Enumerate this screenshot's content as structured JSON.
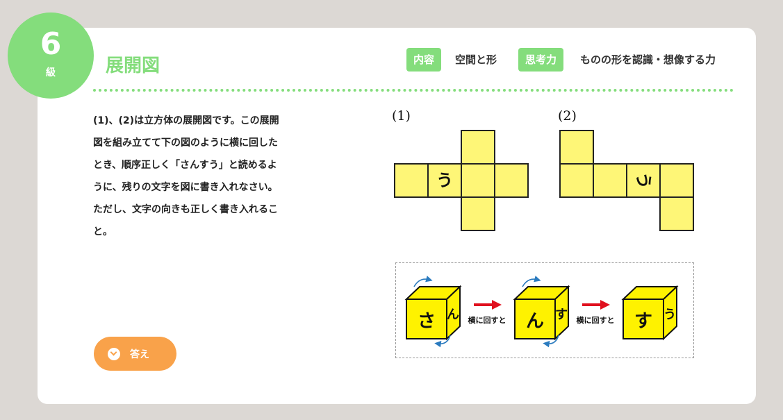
{
  "level": {
    "number": "6",
    "suffix": "級"
  },
  "title": "展開図",
  "tags": [
    {
      "label": "内容",
      "value": "空間と形"
    },
    {
      "label": "思考力",
      "value": "ものの形を認識・想像する力"
    }
  ],
  "question": "(1)、(2)は立方体の展開図です。この展開\n図を組み立てて下の図のように横に回した\nとき、順序正しく「さんすう」と読めるよ\nうに、残りの文字を図に書き入れなさい。\nただし、文字の向きも正しく書き入れるこ\nと。",
  "figures": {
    "fig1": {
      "label": "(1)",
      "letter": "う"
    },
    "fig2": {
      "label": "(2)",
      "letter": "う"
    }
  },
  "example": {
    "cube1": {
      "front": "さ",
      "side": "ん"
    },
    "cube2": {
      "front": "ん",
      "side": "す"
    },
    "cube3": {
      "front": "す",
      "side": "う"
    },
    "rotate_label": "横に回すと"
  },
  "answer_button": {
    "label": "答え"
  },
  "colors": {
    "accent_green": "#84dd7c",
    "answer_orange": "#f9a24a",
    "face_yellow": "#fef677",
    "arrow_red": "#e0101e"
  }
}
